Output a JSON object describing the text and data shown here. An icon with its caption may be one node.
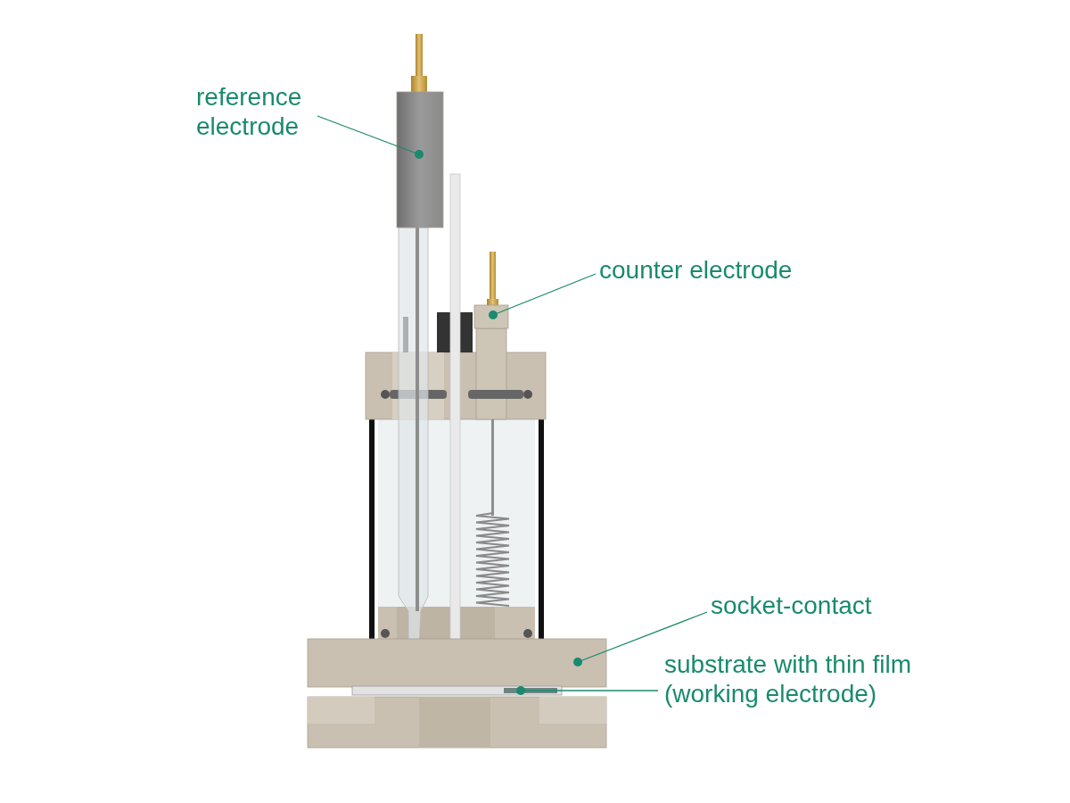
{
  "diagram": {
    "nodes": [
      {
        "text": [
          "reference electrode"
        ]
      },
      {
        "text": [
          "counter electrode"
        ]
      },
      {
        "text": [
          "socket-contact"
        ]
      },
      {
        "text": [
          "substrate with thin film (working electrode)"
        ]
      },
      {
        "text": [],
        "shape": "box"
      },
      {
        "text": [],
        "shape": "box"
      },
      {
        "text": [],
        "shape": "box"
      },
      {
        "text": [],
        "shape": "bar"
      }
    ],
    "edges": [
      {
        "from": 0,
        "to": 4,
        "arrow": "other"
      },
      {
        "from": 1,
        "to": 5,
        "arrow": "other"
      },
      {
        "from": 2,
        "to": 6,
        "arrow": "other"
      },
      {
        "from": 3,
        "to": 7,
        "arrow": "other"
      }
    ]
  }
}
